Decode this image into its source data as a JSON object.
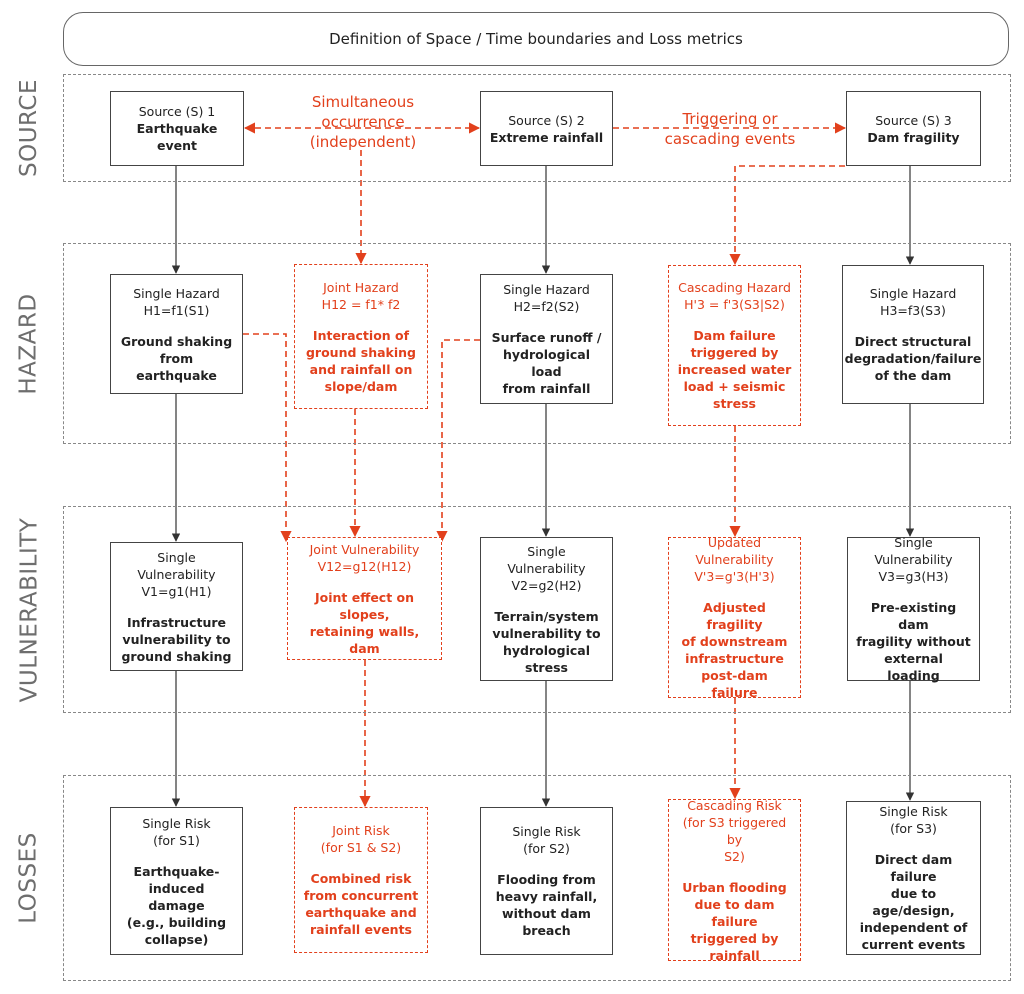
{
  "header": {
    "title": "Definition of Space / Time boundaries and Loss metrics"
  },
  "rows": {
    "source": "SOURCE",
    "hazard": "HAZARD",
    "vulnerability": "VULNERABILITY",
    "losses": "LOSSES"
  },
  "links": {
    "simultaneous": "Simultaneous\noccurrence\n(independent)",
    "triggering": "Triggering or\ncascading events"
  },
  "sources": [
    {
      "title": "Source (S) 1",
      "name": "Earthquake event"
    },
    {
      "title": "Source (S) 2",
      "name": "Extreme rainfall"
    },
    {
      "title": "Source (S) 3",
      "name": "Dam fragility"
    }
  ],
  "hazards": {
    "h1": {
      "title": "Single Hazard\nH1=f1(S1)",
      "desc": "Ground shaking\nfrom earthquake"
    },
    "h12": {
      "title": "Joint Hazard\nH12 = f1* f2",
      "desc": "Interaction of\nground shaking\nand rainfall on\nslope/dam"
    },
    "h2": {
      "title": "Single Hazard\nH2=f2(S2)",
      "desc": "Surface runoff /\nhydrological load\nfrom rainfall"
    },
    "h3c": {
      "title": "Cascading Hazard\nH'3 = f'3(S3|S2)",
      "desc": "Dam failure\ntriggered by\nincreased water\nload + seismic\nstress"
    },
    "h3": {
      "title": "Single Hazard\nH3=f3(S3)",
      "desc": "Direct structural\ndegradation/failure\nof the dam"
    }
  },
  "vulnerabilities": {
    "v1": {
      "title": "Single Vulnerability\nV1=g1(H1)",
      "desc": "Infrastructure\nvulnerability to\nground shaking"
    },
    "v12": {
      "title": "Joint Vulnerability\nV12=g12(H12)",
      "desc": "Joint effect on slopes,\nretaining walls, dam"
    },
    "v2": {
      "title": "Single Vulnerability\nV2=g2(H2)",
      "desc": "Terrain/system\nvulnerability to\nhydrological\nstress"
    },
    "v3c": {
      "title": "Updated\nVulnerability\nV'3=g'3(H'3)",
      "desc": "Adjusted fragility\nof downstream\ninfrastructure\npost-dam failure"
    },
    "v3": {
      "title": "Single Vulnerability\nV3=g3(H3)",
      "desc": "Pre-existing dam\nfragility without\nexternal loading"
    }
  },
  "risks": {
    "r1": {
      "title": "Single Risk\n(for S1)",
      "desc": "Earthquake-\ninduced damage\n(e.g., building\ncollapse)"
    },
    "r12": {
      "title": "Joint Risk\n(for S1 & S2)",
      "desc": "Combined risk\nfrom concurrent\nearthquake and\nrainfall events"
    },
    "r2": {
      "title": "Single Risk\n(for S2)",
      "desc": "Flooding from\nheavy rainfall,\nwithout dam\nbreach"
    },
    "r3c": {
      "title": "Cascading Risk\n(for S3 triggered by\nS2)",
      "desc": "Urban flooding\ndue to dam failure\ntriggered by\nrainfall"
    },
    "r3": {
      "title": "Single Risk\n(for S3)",
      "desc": "Direct dam failure\ndue to age/design,\nindependent of\ncurrent events"
    }
  },
  "colors": {
    "accent": "#e2401c",
    "line": "#333333",
    "band_border": "#888888",
    "label": "#6e6e6e"
  }
}
